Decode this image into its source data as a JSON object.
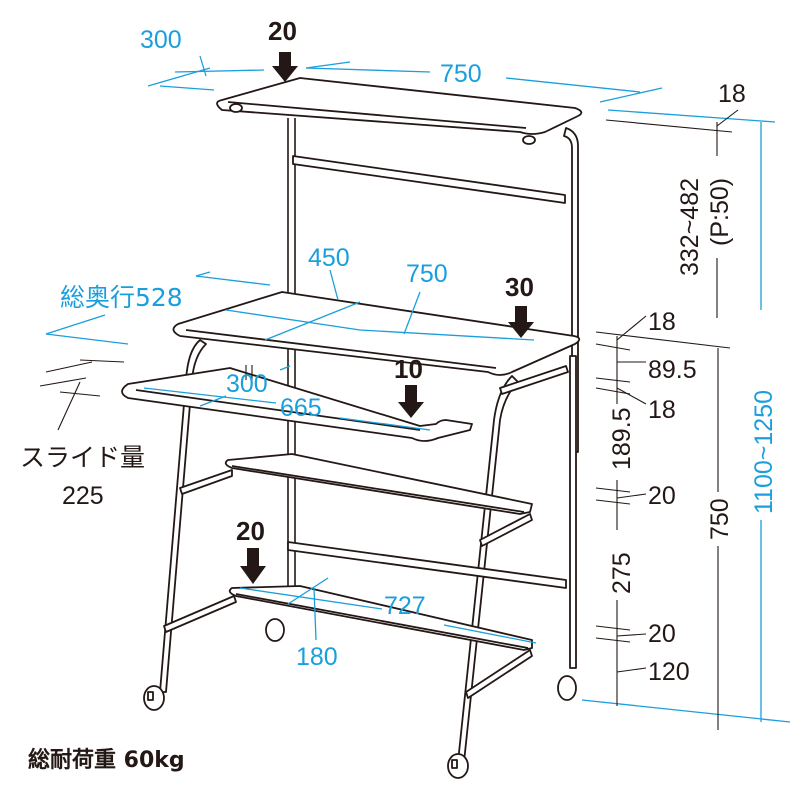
{
  "diagram": {
    "subject": "computer desk rack dimension drawing",
    "colors": {
      "dimension_blue": "#1a9fdc",
      "line_black": "#231815",
      "background": "#ffffff"
    },
    "top_shelf": {
      "depth": "300",
      "width": "750",
      "load_kg": "20",
      "thickness": "18",
      "height_range": "332~482",
      "pitch": "(P:50)"
    },
    "desk_shelf": {
      "total_depth_label": "総奥行528",
      "depth": "450",
      "width": "750",
      "load_kg": "30",
      "thickness": "18"
    },
    "keyboard_slide": {
      "depth": "300",
      "width": "665",
      "load_kg": "10",
      "slide_label": "スライド量",
      "slide_amount": "225",
      "gap": "89.5",
      "thickness": "18"
    },
    "middle_shelf": {
      "spacing_above": "189.5",
      "thickness": "20"
    },
    "bottom_shelf": {
      "spacing_above": "275",
      "thickness": "20",
      "floor_clearance": "120",
      "depth": "180",
      "width": "727",
      "load_kg": "20"
    },
    "overall": {
      "desk_height": "750",
      "total_height": "1100~1250"
    },
    "caption": "総耐荷重 60kg"
  }
}
